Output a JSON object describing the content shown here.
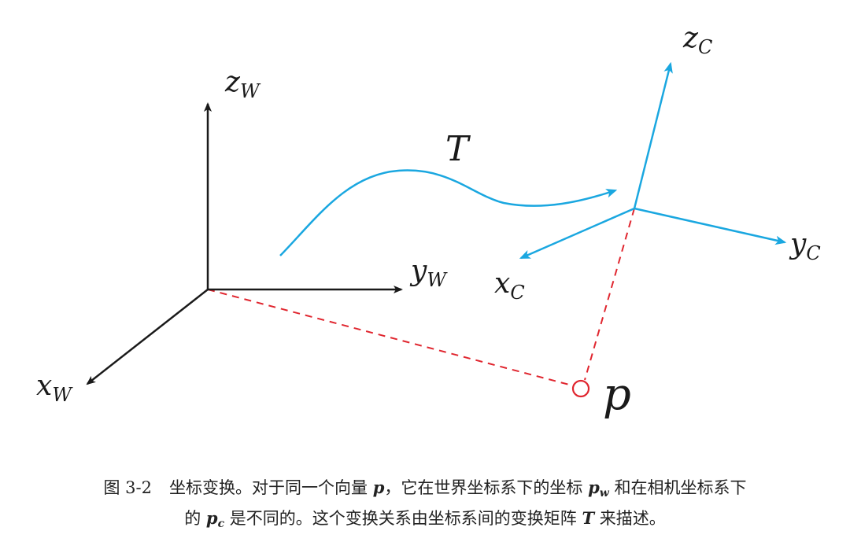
{
  "diagram": {
    "world_frame": {
      "z_label": "z",
      "z_sub": "W",
      "y_label": "y",
      "y_sub": "W",
      "x_label": "x",
      "x_sub": "W"
    },
    "camera_frame": {
      "z_label": "z",
      "z_sub": "C",
      "y_label": "y",
      "y_sub": "C",
      "x_label": "x",
      "x_sub": "C"
    },
    "transform_label": "T",
    "point_label": "p",
    "colors": {
      "world_axes": "#1a1a1a",
      "camera_axes": "#1aa7e0",
      "transform_curve": "#1aa7e0",
      "projection_lines": "#e0262f",
      "point": "#e0262f"
    }
  },
  "caption": {
    "figure_number": "图 3-2",
    "line1_a": "坐标变换。对于同一个向量 ",
    "p1": "p",
    "line1_b": "，它在世界坐标系下的坐标 ",
    "pw": "p",
    "pw_sub": "w",
    "line1_c": " 和在相机坐标系下",
    "line2_a": "的 ",
    "pc": "p",
    "pc_sub": "c",
    "line2_b": " 是不同的。这个变换关系由坐标系间的变换矩阵 ",
    "T": "T",
    "line2_c": " 来描述。"
  }
}
